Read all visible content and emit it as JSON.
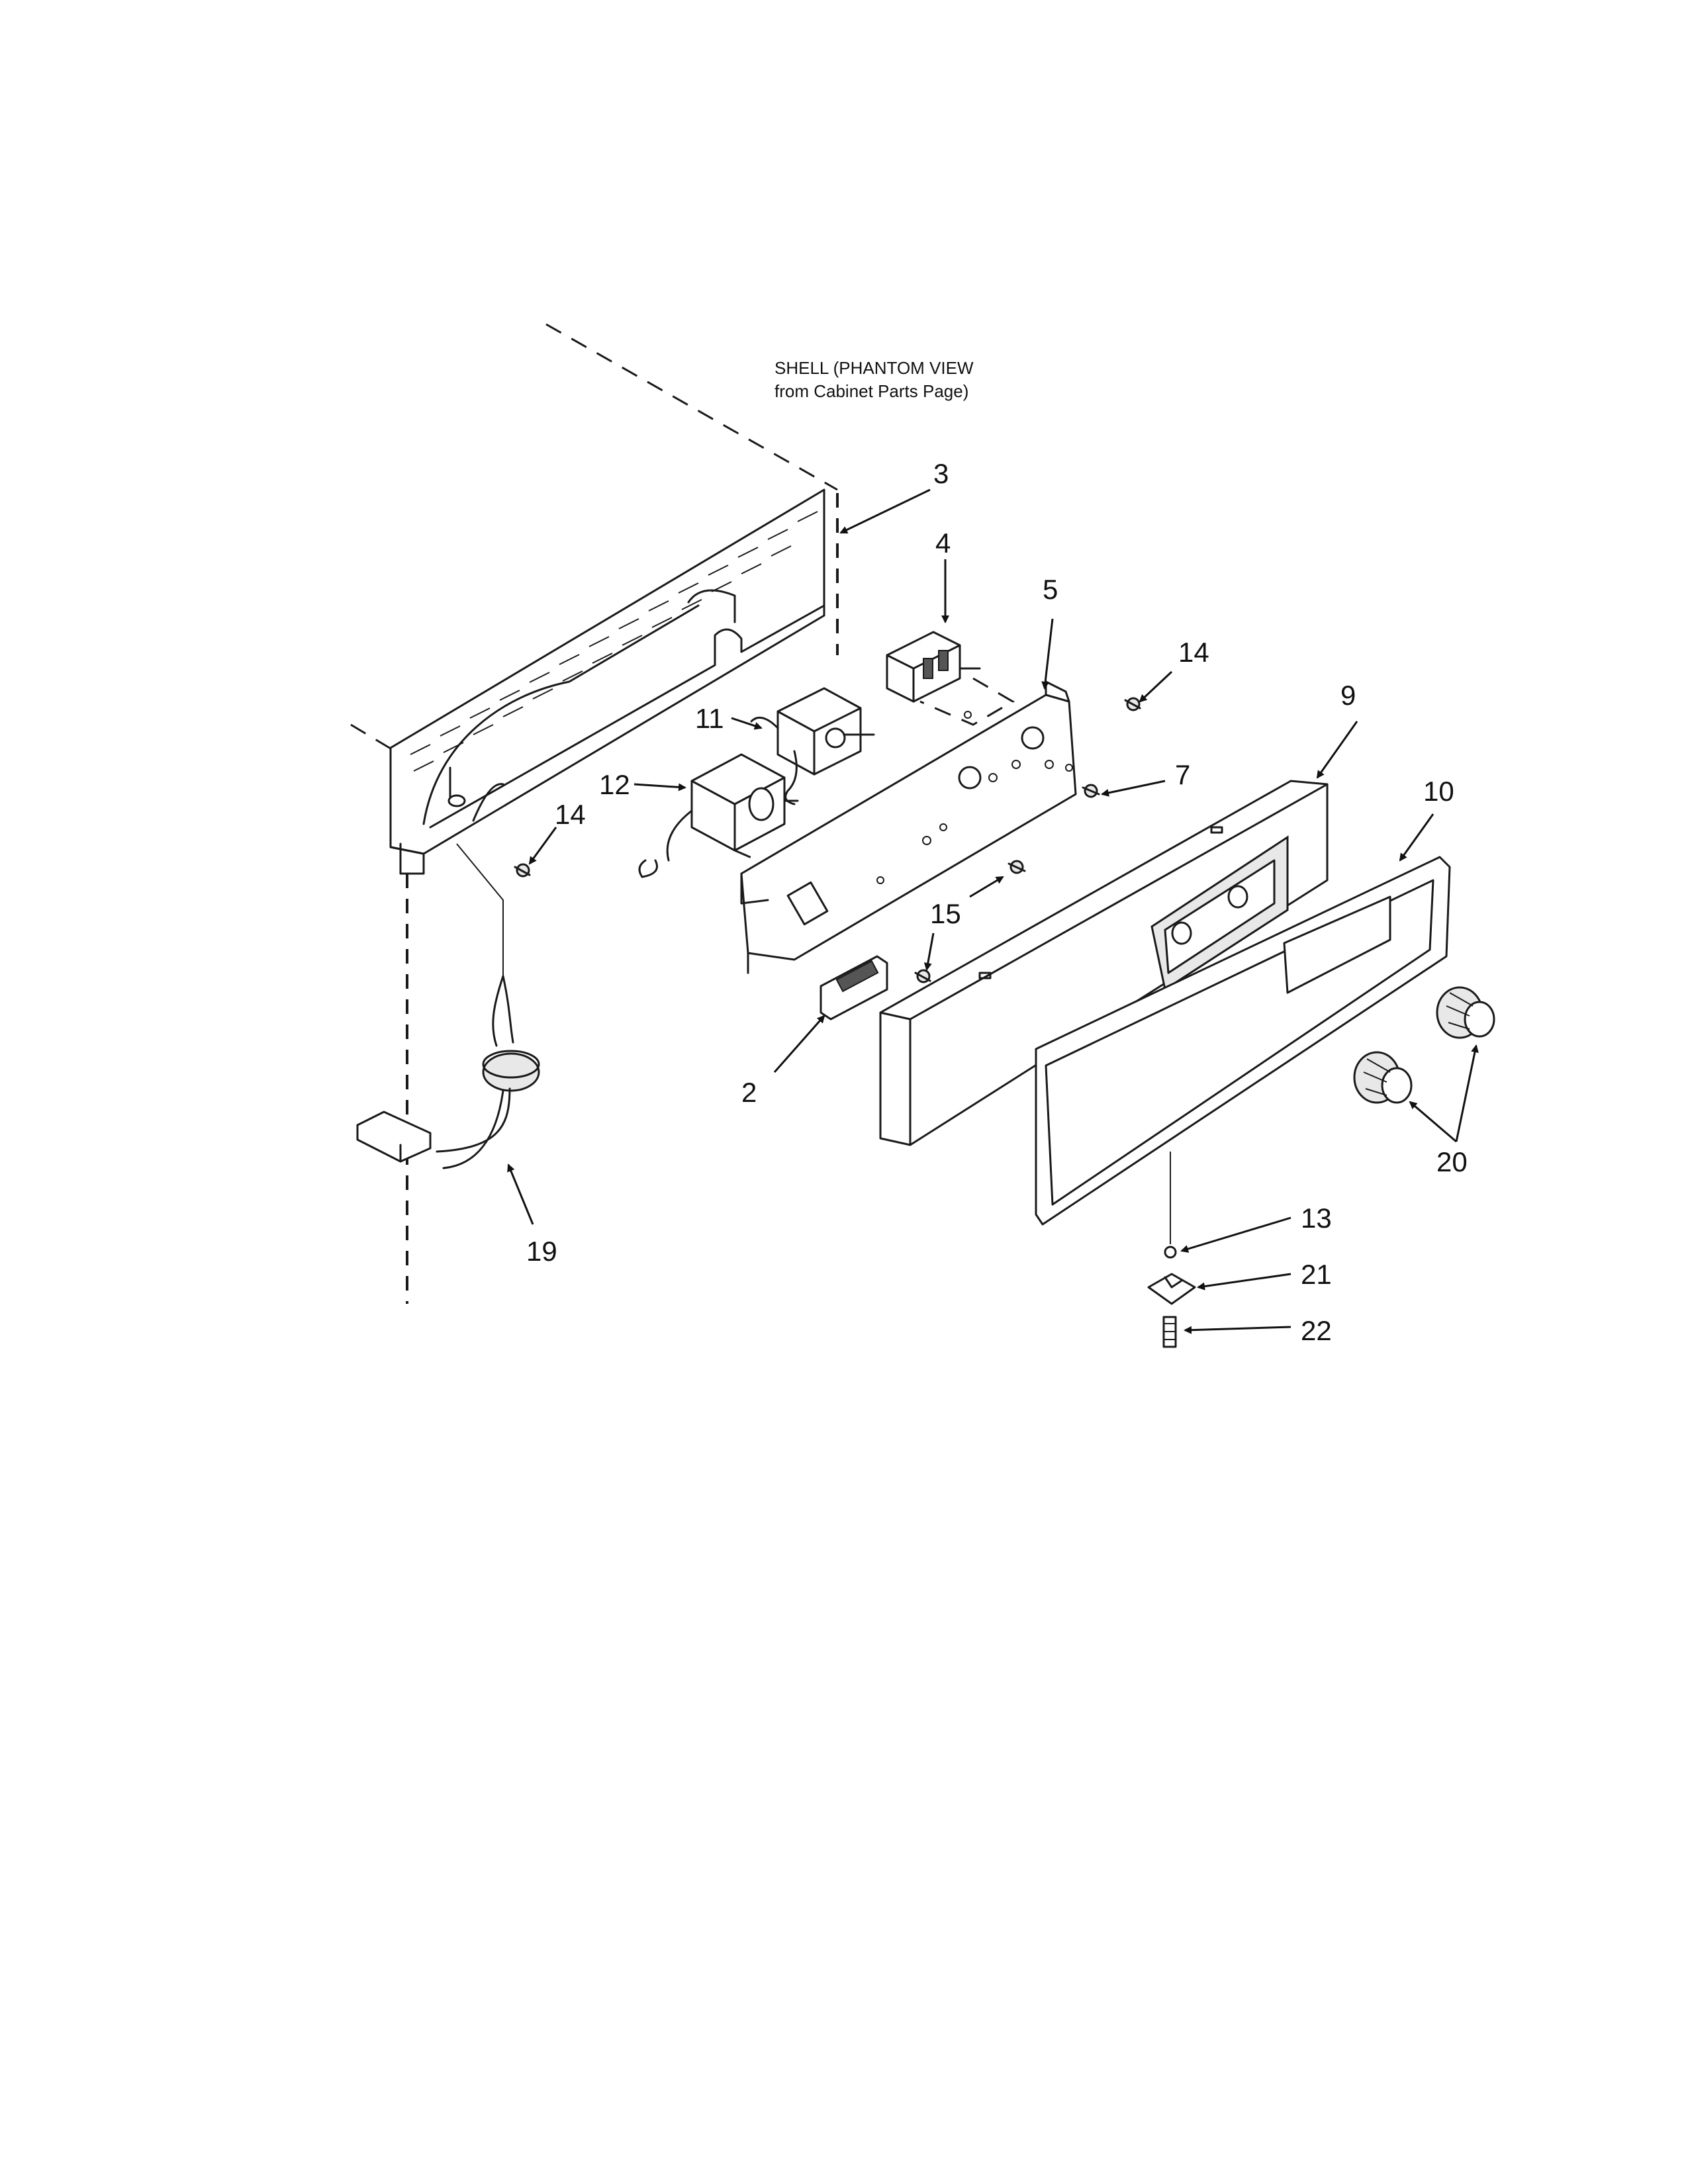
{
  "note": {
    "line1": "SHELL (PHANTOM VIEW",
    "line2": "from Cabinet Parts Page)"
  },
  "callouts": [
    "3",
    "4",
    "5",
    "14",
    "9",
    "11",
    "7",
    "10",
    "12",
    "14",
    "15",
    "2",
    "20",
    "19",
    "13",
    "21",
    "22"
  ]
}
